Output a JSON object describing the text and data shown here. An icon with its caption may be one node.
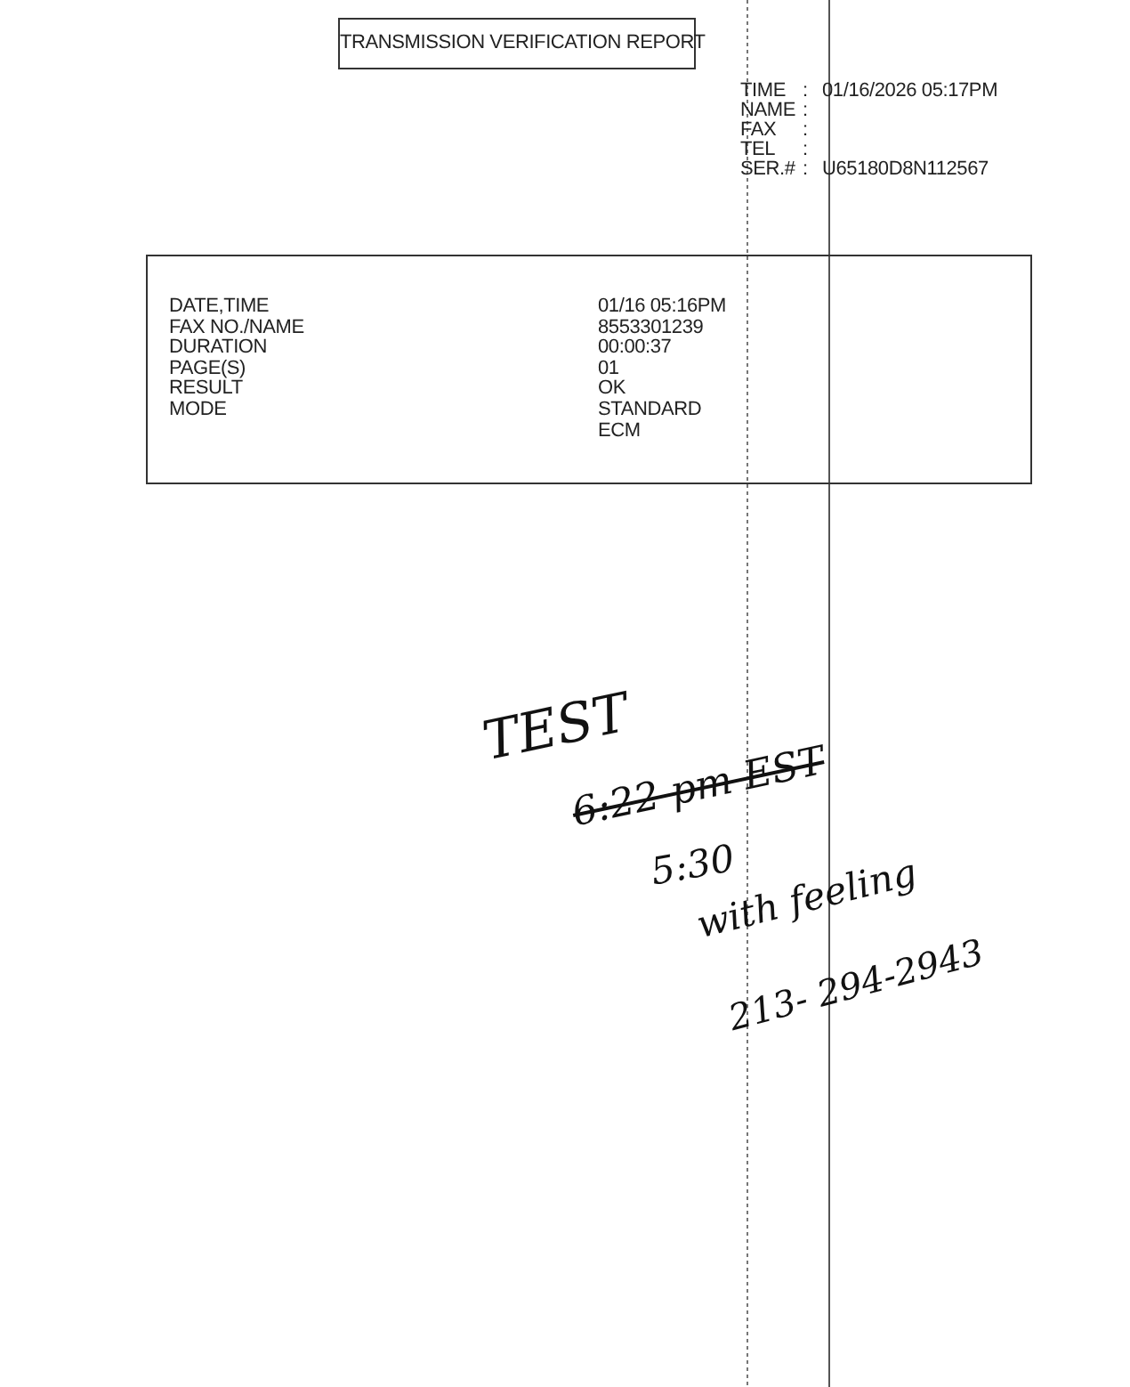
{
  "diagram": {
    "nodes": [
      {
        "text": [
          "TRANSMISSION VERIFICATION REPORT"
        ]
      },
      {
        "text": [
          "DATE,TIME",
          "01/16  05:16PM",
          "FAX NO./NAME",
          "8553301239",
          "DURATION",
          "00:00:37",
          "PAGE(S)",
          "01",
          "RESULT",
          "OK",
          "MODE",
          "STANDARD ECM"
        ]
      }
    ],
    "labels": [
      "TIME",
      ":",
      "01/16/2026 05:17PM",
      "NAME",
      ":",
      "FAX",
      ":",
      "TEL",
      ":",
      "SER.#",
      ":",
      "U65180D8N112567",
      "TEST",
      "6:22 pm EST",
      "5:30",
      "with feeling",
      "213- 294-2943"
    ]
  }
}
